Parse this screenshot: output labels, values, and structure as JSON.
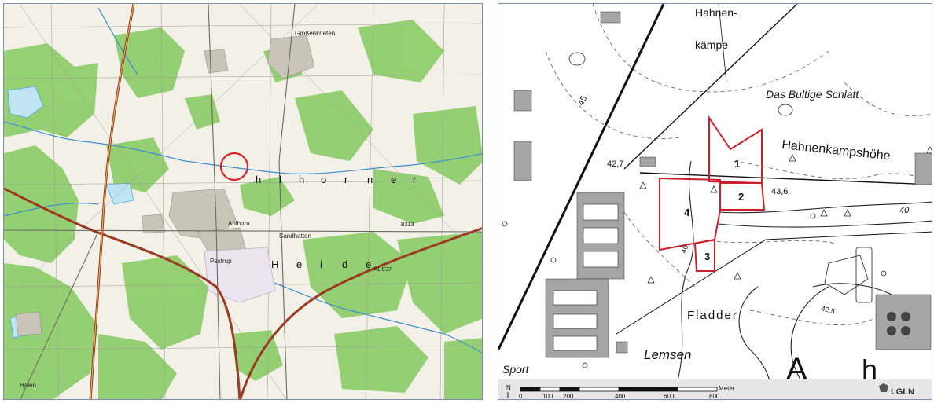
{
  "overview_map": {
    "place_names": {
      "town_north": "Großenkneten",
      "village_center": "Ahlhorn",
      "district_right": "Sandhatten",
      "place_left": "Halen",
      "place_south": "Pestrup"
    },
    "road_label": "B213",
    "motorway_label": "A1 E37",
    "area_labels": {
      "ahlhorner_letters": [
        "h",
        "l",
        "h",
        "o",
        "r",
        "n",
        "e",
        "r"
      ],
      "heide_letters": [
        "H",
        "e",
        "i",
        "d",
        "e"
      ]
    },
    "highlight_circle_color": "#d8202a"
  },
  "detail_map": {
    "place_names": {
      "hahnenkampe_top": "Hahnen-",
      "hahnenkampe_bottom": "kämpe",
      "schlatt": "Das Bultige Schlatt",
      "hoehe": "Hahnenkampshöhe",
      "fladder": "Fladder",
      "lemsen": "Lemsen",
      "sport": "Sport",
      "big_a": "A",
      "big_h": "h"
    },
    "elevations": {
      "e1": "42,7",
      "e2": "43,6",
      "e3": "40",
      "e4": "45",
      "e5": "40",
      "e6": "42,5"
    },
    "parcels": [
      "1",
      "2",
      "3",
      "4"
    ],
    "parcel_color": "#cc1f2a",
    "scalebar": {
      "north": "N",
      "unit": "Meter",
      "ticks": [
        "0",
        "100",
        "200",
        "400",
        "600",
        "800"
      ]
    },
    "logo_text": "LGLN"
  }
}
